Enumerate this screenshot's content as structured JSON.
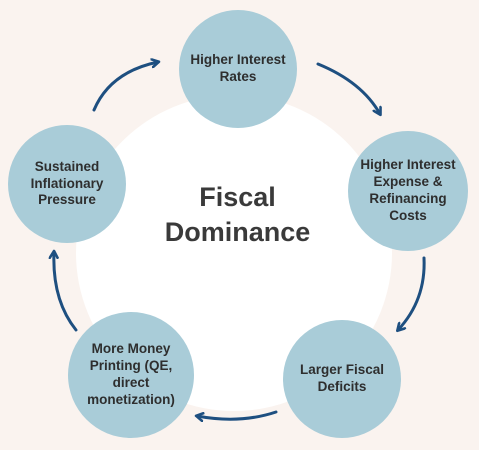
{
  "center_title": "Fiscal\nDominance",
  "nodes": {
    "higher_interest_rates": "Higher Interest\nRates",
    "higher_interest_expense": "Higher Interest\nExpense &\nRefinancing\nCosts",
    "larger_fiscal_deficits": "Larger Fiscal\nDeficits",
    "more_money_printing": "More Money\nPrinting (QE,\ndirect\nmonetization)",
    "sustained_inflationary_pressure": "Sustained\nInflationary\nPressure"
  },
  "colors": {
    "background": "#faf3ef",
    "inner_disc": "#ffffff",
    "node_fill": "#a9ccd8",
    "arrow": "#1e4f80",
    "text": "#2e2e2e"
  },
  "arrow_direction": "clockwise"
}
